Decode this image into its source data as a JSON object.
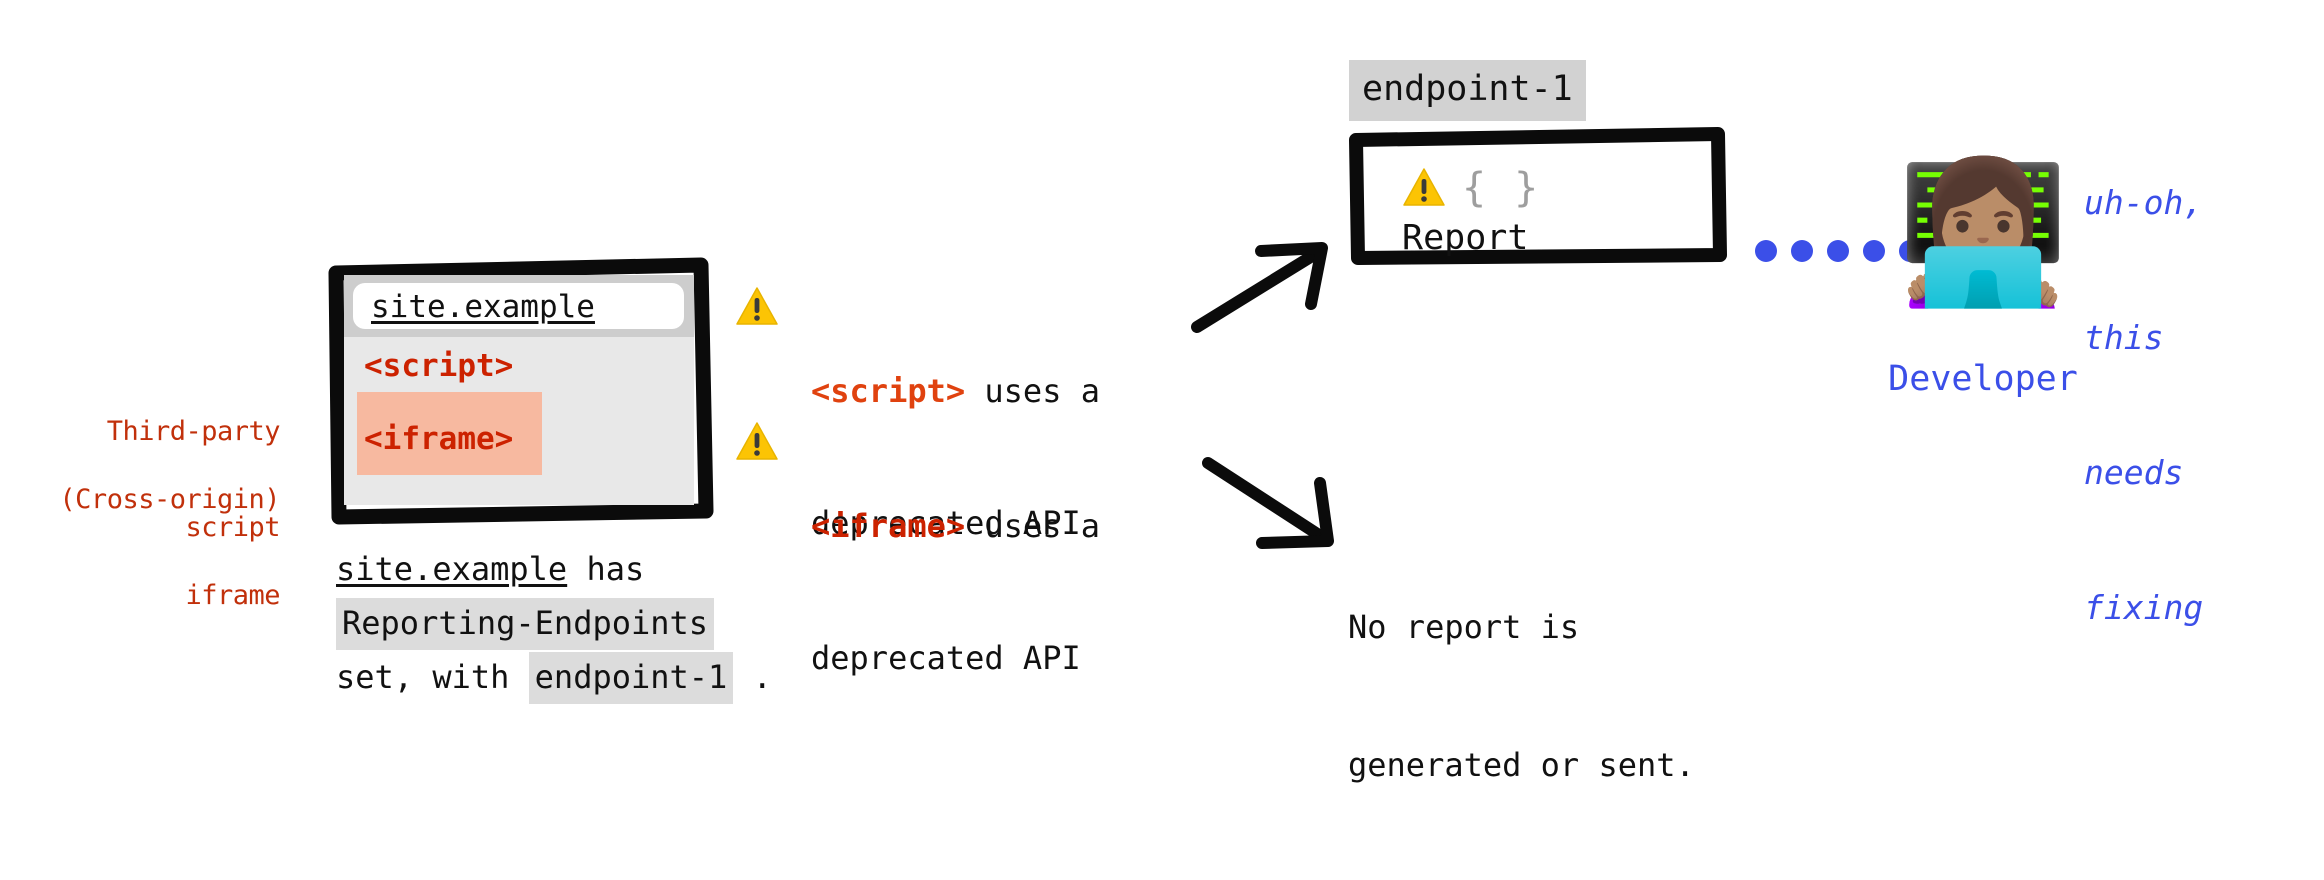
{
  "meta": {
    "title": "Reporting API third-party script and cross-origin iframe report flow",
    "background": "#ffffff"
  },
  "colors": {
    "red_label": "#C1300B",
    "code_red": "#CC2200",
    "script_tag_orange": "#E0420F",
    "iframe_highlight": "#F7B9A0",
    "gray_highlight": "#DCDCDC",
    "browser_chrome": "#CDCDCD",
    "browser_body": "#E8E8E8",
    "blue_accent": "#3B4FE8",
    "warning_yellow": "#FCC404",
    "brace_gray": "#9E9E9E",
    "ink_black": "#111111"
  },
  "side_labels": [
    {
      "id": "third-party-script",
      "line1": "Third-party",
      "line2": "script"
    },
    {
      "id": "cross-origin-iframe",
      "line1": "(Cross-origin)",
      "line2": "iframe"
    }
  ],
  "browser": {
    "address": "site.example",
    "content": [
      {
        "id": "script-tag",
        "text": "<script>",
        "highlighted": false
      },
      {
        "id": "iframe-tag",
        "text": "<iframe>",
        "highlighted": true
      }
    ]
  },
  "browser_caption": {
    "line1_host": "site.example",
    "line1_rest": " has",
    "line2_code": "Reporting-Endpoints",
    "line3_prefix": "set, with ",
    "line3_code": "endpoint-1",
    "line3_suffix": " ."
  },
  "warnings": [
    {
      "id": "script-warning",
      "icon": "warning-triangle-icon",
      "tag": "<script>",
      "tag_color": "#E0420F",
      "line1_rest": " uses a",
      "line2": "deprecated API",
      "arrow": "arrow-up-right",
      "outcome": "report-sent"
    },
    {
      "id": "iframe-warning",
      "icon": "warning-triangle-icon",
      "tag": "<iframe>",
      "tag_color": "#CC2200",
      "line1_rest": " uses a",
      "line2": "deprecated API",
      "arrow": "arrow-down-right",
      "outcome": "no-report"
    }
  ],
  "endpoint": {
    "label": "endpoint-1",
    "report_box": {
      "icon": "warning-triangle-icon",
      "braces": "{ }",
      "label": "Report"
    }
  },
  "no_report": {
    "line1": "No report is",
    "line2": "generated or sent."
  },
  "dot_trail": {
    "count": 6,
    "color": "#3B4FE8"
  },
  "developer": {
    "emoji": "👩🏽‍💻",
    "emoji_name": "woman-technologist-emoji",
    "label": "Developer",
    "speech": {
      "line1": "uh-oh,",
      "line2": "this",
      "line3": "needs",
      "line4": "fixing"
    }
  }
}
